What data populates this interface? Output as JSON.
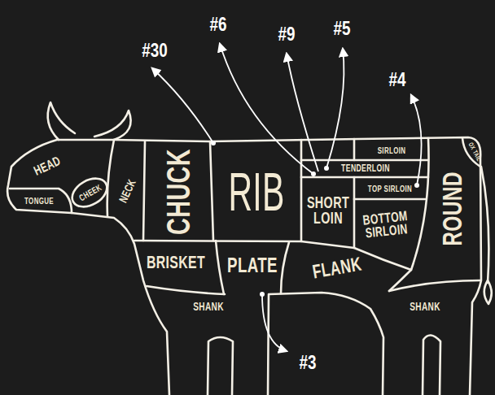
{
  "diagram": {
    "nodes": [
      {
        "text": [
          "HEAD"
        ]
      },
      {
        "text": [
          "CHEEK"
        ],
        "in": 0
      },
      {
        "text": [
          "TONGUE"
        ]
      },
      {
        "text": [
          "NECK"
        ]
      },
      {
        "text": [
          "CHUCK"
        ]
      },
      {
        "text": [
          "RIB"
        ]
      },
      {
        "text": [
          "SIRLOIN"
        ]
      },
      {
        "text": [
          "TENDERLOIN"
        ]
      },
      {
        "text": [
          "SHORT LOIN"
        ]
      },
      {
        "text": [
          "TOP SIRLOIN"
        ]
      },
      {
        "text": [
          "BOTTOM SIRLOIN"
        ]
      },
      {
        "text": [
          "ROUND"
        ]
      },
      {
        "text": [
          "OX TAIL"
        ]
      },
      {
        "text": [
          "BRISKET"
        ]
      },
      {
        "text": [
          "PLATE"
        ]
      },
      {
        "text": [
          "FLANK"
        ]
      },
      {
        "text": [
          "SHANK"
        ]
      },
      {
        "text": [
          "SHANK"
        ]
      }
    ],
    "labels": [
      "#30",
      "#6",
      "#9",
      "#5",
      "#4",
      "#3"
    ]
  }
}
